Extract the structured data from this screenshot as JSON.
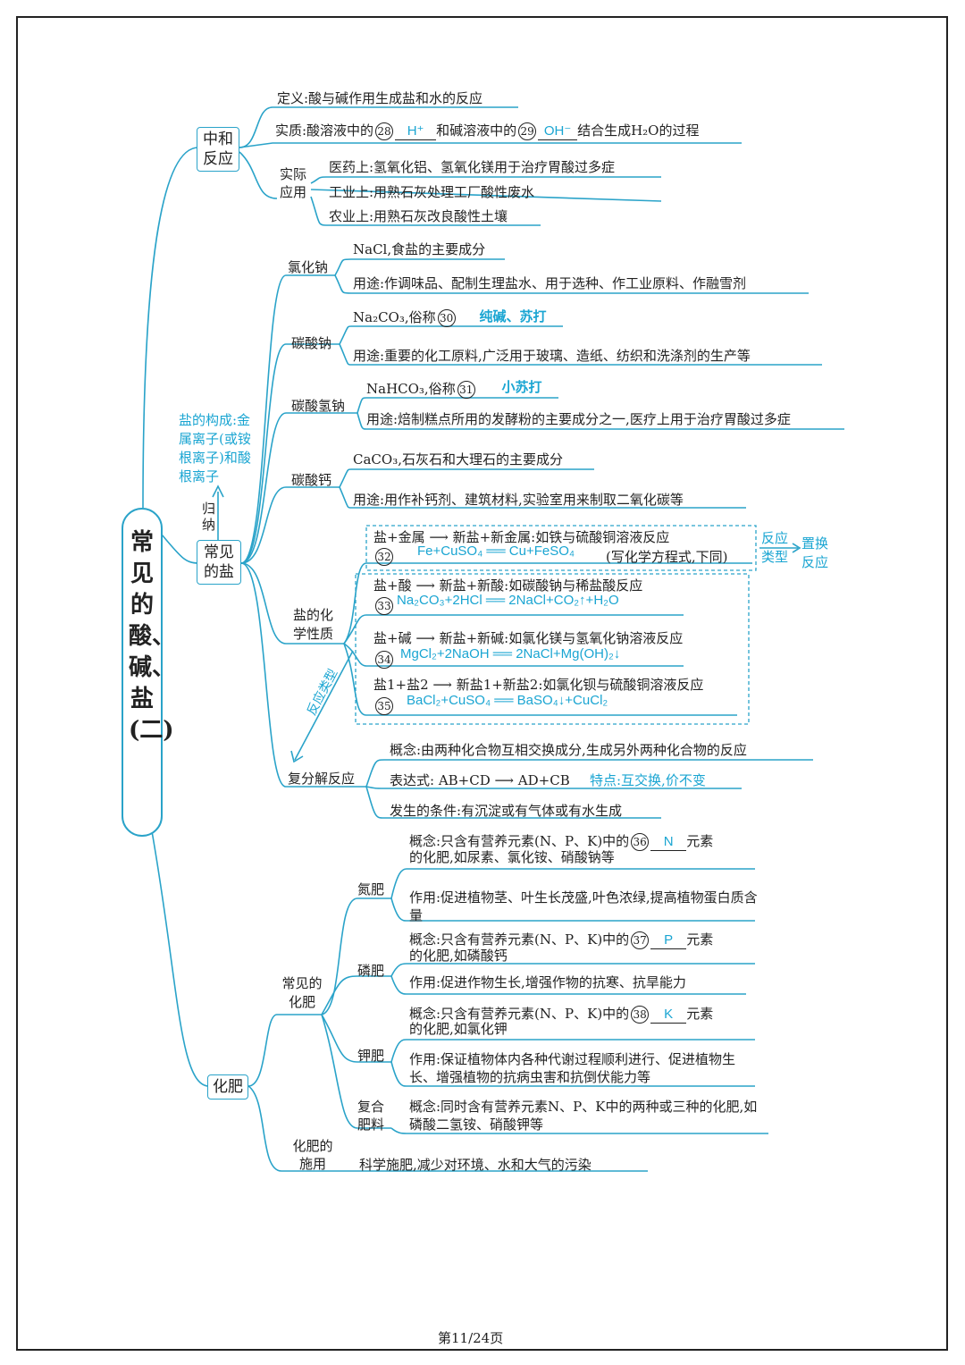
{
  "title": "常见的酸、碱、盐(二)",
  "page": "第11/24页",
  "colors": {
    "line": "#2aa3c9",
    "answer": "#1aa5d2"
  },
  "zhonghe": {
    "label": "中和反应",
    "def": "定义:酸与碱作用生成盐和水的反应",
    "essence_pre": "实质:酸溶液中的",
    "n28": "28",
    "a28": "H⁺",
    "essence_mid": "和碱溶液中的",
    "n29": "29",
    "a29": "OH⁻",
    "essence_post": "结合生成H₂O的过程",
    "app_label": "实际应用",
    "app1": "医药上:氢氧化铝、氢氧化镁用于治疗胃酸过多症",
    "app2": "工业上:用熟石灰处理工厂酸性废水",
    "app3": "农业上:用熟石灰改良酸性土壤"
  },
  "salts": {
    "label": "常见的盐",
    "guina": "归纳",
    "composition": "盐的构成:金属离子(或铵根离子)和酸根离子",
    "nacl_label": "氯化钠",
    "nacl1": "NaCl,食盐的主要成分",
    "nacl2": "用途:作调味品、配制生理盐水、用于选种、作工业原料、作融雪剂",
    "na2co3_label": "碳酸钠",
    "na2co3_1": "Na₂CO₃,俗称",
    "n30": "30",
    "a30": "纯碱、苏打",
    "na2co3_2": "用途:重要的化工原料,广泛用于玻璃、造纸、纺织和洗涤剂的生产等",
    "nahco3_label": "碳酸氢钠",
    "nahco3_1": "NaHCO₃,俗称",
    "n31": "31",
    "a31": "小苏打",
    "nahco3_2": "用途:焙制糕点所用的发酵粉的主要成分之一,医疗上用于治疗胃酸过多症",
    "caco3_label": "碳酸钙",
    "caco3_1": "CaCO₃,石灰石和大理石的主要成分",
    "caco3_2": "用途:用作补钙剂、建筑材料,实验室用来制取二氧化碳等",
    "chem_label": "盐的化学性质",
    "r1": "盐+金属 ⟶ 新盐+新金属:如铁与硫酸铜溶液反应",
    "n32": "32",
    "a32": "Fe+CuSO₄ ══ Cu+FeSO₄",
    "r1_note": "(写化学方程式,下同)",
    "type_label": "反应类型",
    "type_value": "置换反应",
    "r2": "盐+酸 ⟶ 新盐+新酸:如碳酸钠与稀盐酸反应",
    "n33": "33",
    "a33": "Na₂CO₃+2HCl ══ 2NaCl+CO₂↑+H₂O",
    "r3": "盐+碱 ⟶ 新盐+新碱:如氯化镁与氢氧化钠溶液反应",
    "n34": "34",
    "a34": "MgCl₂+2NaOH ══ 2NaCl+Mg(OH)₂↓",
    "r4": "盐1+盐2 ⟶ 新盐1+新盐2:如氯化钡与硫酸铜溶液反应",
    "n35": "35",
    "a35": "BaCl₂+CuSO₄ ══ BaSO₄↓+CuCl₂",
    "fanying_leixing": "反应类型",
    "fufenjie_label": "复分解反应",
    "ff1": "概念:由两种化合物互相交换成分,生成另外两种化合物的反应",
    "ff2": "表达式: AB+CD ⟶ AD+CB",
    "ff2_feature": "特点:互交换,价不变",
    "ff3": "发生的条件:有沉淀或有气体或有水生成"
  },
  "fertilizer": {
    "label": "化肥",
    "common_label": "常见的化肥",
    "n_label": "氮肥",
    "n_concept_pre": "概念:只含有营养元素(N、P、K)中的",
    "n36": "36",
    "a36": "N",
    "n_concept_post": "元素",
    "n_concept_2": "的化肥,如尿素、氯化铵、硝酸钠等",
    "n_effect": "作用:促进植物茎、叶生长茂盛,叶色浓绿,提高植物蛋白质含量",
    "p_label": "磷肥",
    "p_concept_pre": "概念:只含有营养元素(N、P、K)中的",
    "n37": "37",
    "a37": "P",
    "p_concept_post": "元素",
    "p_concept_2": "的化肥,如磷酸钙",
    "p_effect": "作用:促进作物生长,增强作物的抗寒、抗旱能力",
    "k_label": "钾肥",
    "k_concept_pre": "概念:只含有营养元素(N、P、K)中的",
    "n38": "38",
    "a38": "K",
    "k_concept_post": "元素",
    "k_concept_2": "的化肥,如氯化钾",
    "k_effect": "作用:保证植物体内各种代谢过程顺利进行、促进植物生长、增强植物的抗病虫害和抗倒伏能力等",
    "compound_label": "复合肥料",
    "compound_concept": "概念:同时含有营养元素N、P、K中的两种或三种的化肥,如磷酸二氢铵、硝酸钾等",
    "use_label": "化肥的施用",
    "use_text": "科学施肥,减少对环境、水和大气的污染"
  }
}
